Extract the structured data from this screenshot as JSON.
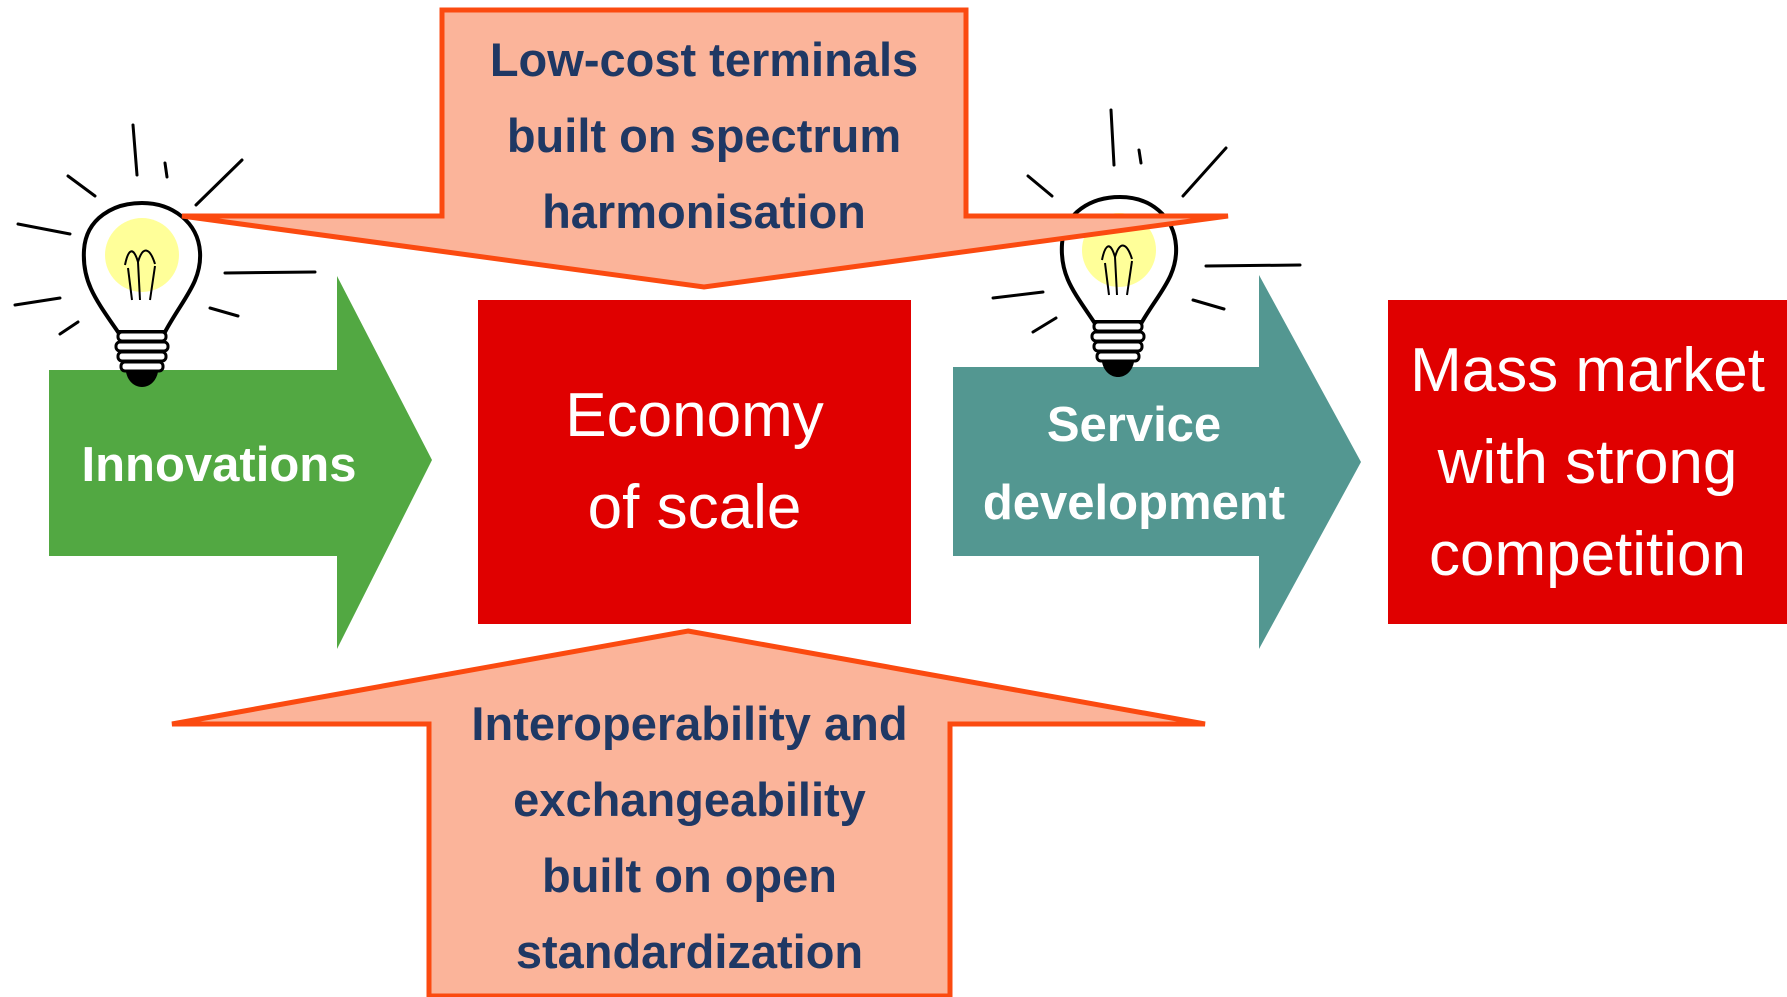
{
  "diagram": {
    "top_input": {
      "lines": [
        "Low-cost terminals",
        "built on spectrum",
        "harmonisation"
      ]
    },
    "bottom_input": {
      "lines": [
        "Interoperability and",
        "exchangeability",
        "built on open",
        "standardization"
      ]
    },
    "innovations": {
      "label": "Innovations"
    },
    "economy": {
      "lines": [
        "Economy",
        "of scale"
      ]
    },
    "service": {
      "lines": [
        "Service",
        "development"
      ]
    },
    "mass_market": {
      "lines": [
        "Mass market",
        "with strong",
        "competition"
      ]
    }
  },
  "colors": {
    "input_fill": "#fbb49a",
    "input_stroke": "#fb4a10",
    "innovations_arrow": "#52a842",
    "service_arrow": "#539791",
    "red_box": "#e00000",
    "navy_text": "#1f3864",
    "bulb_glow": "#ffff99"
  },
  "icons": [
    "lightbulb-icon",
    "lightbulb-icon"
  ]
}
